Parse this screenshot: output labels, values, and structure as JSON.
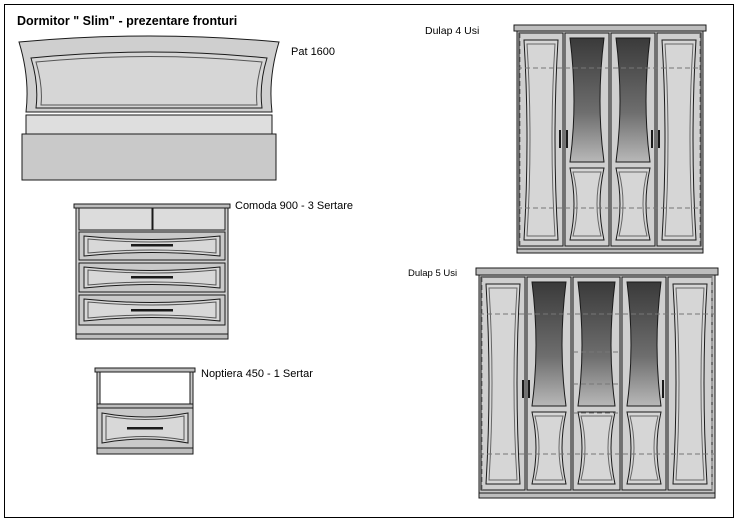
{
  "sheet": {
    "title": "Dormitor \" Slim\" - prezentare fronturi"
  },
  "items": {
    "bed": {
      "label": "Pat 1600"
    },
    "dresser": {
      "label": "Comoda 900 - 3 Sertare",
      "drawers": 3
    },
    "nightstand": {
      "label": "Noptiera 450 - 1 Sertar",
      "drawers": 1
    },
    "wardrobe4": {
      "label": "Dulap 4 Usi",
      "doors": 4
    },
    "wardrobe5": {
      "label": "Dulap 5 Usi",
      "doors": 5
    }
  },
  "colors": {
    "panel_fill": "#c8c8c8",
    "panel_light": "#dcdcdc",
    "glass_dark": "#3c3c3c",
    "glass_light": "#b4b4b4",
    "outline": "#1a1a1a",
    "dash_line": "#777777",
    "background": "#ffffff"
  }
}
